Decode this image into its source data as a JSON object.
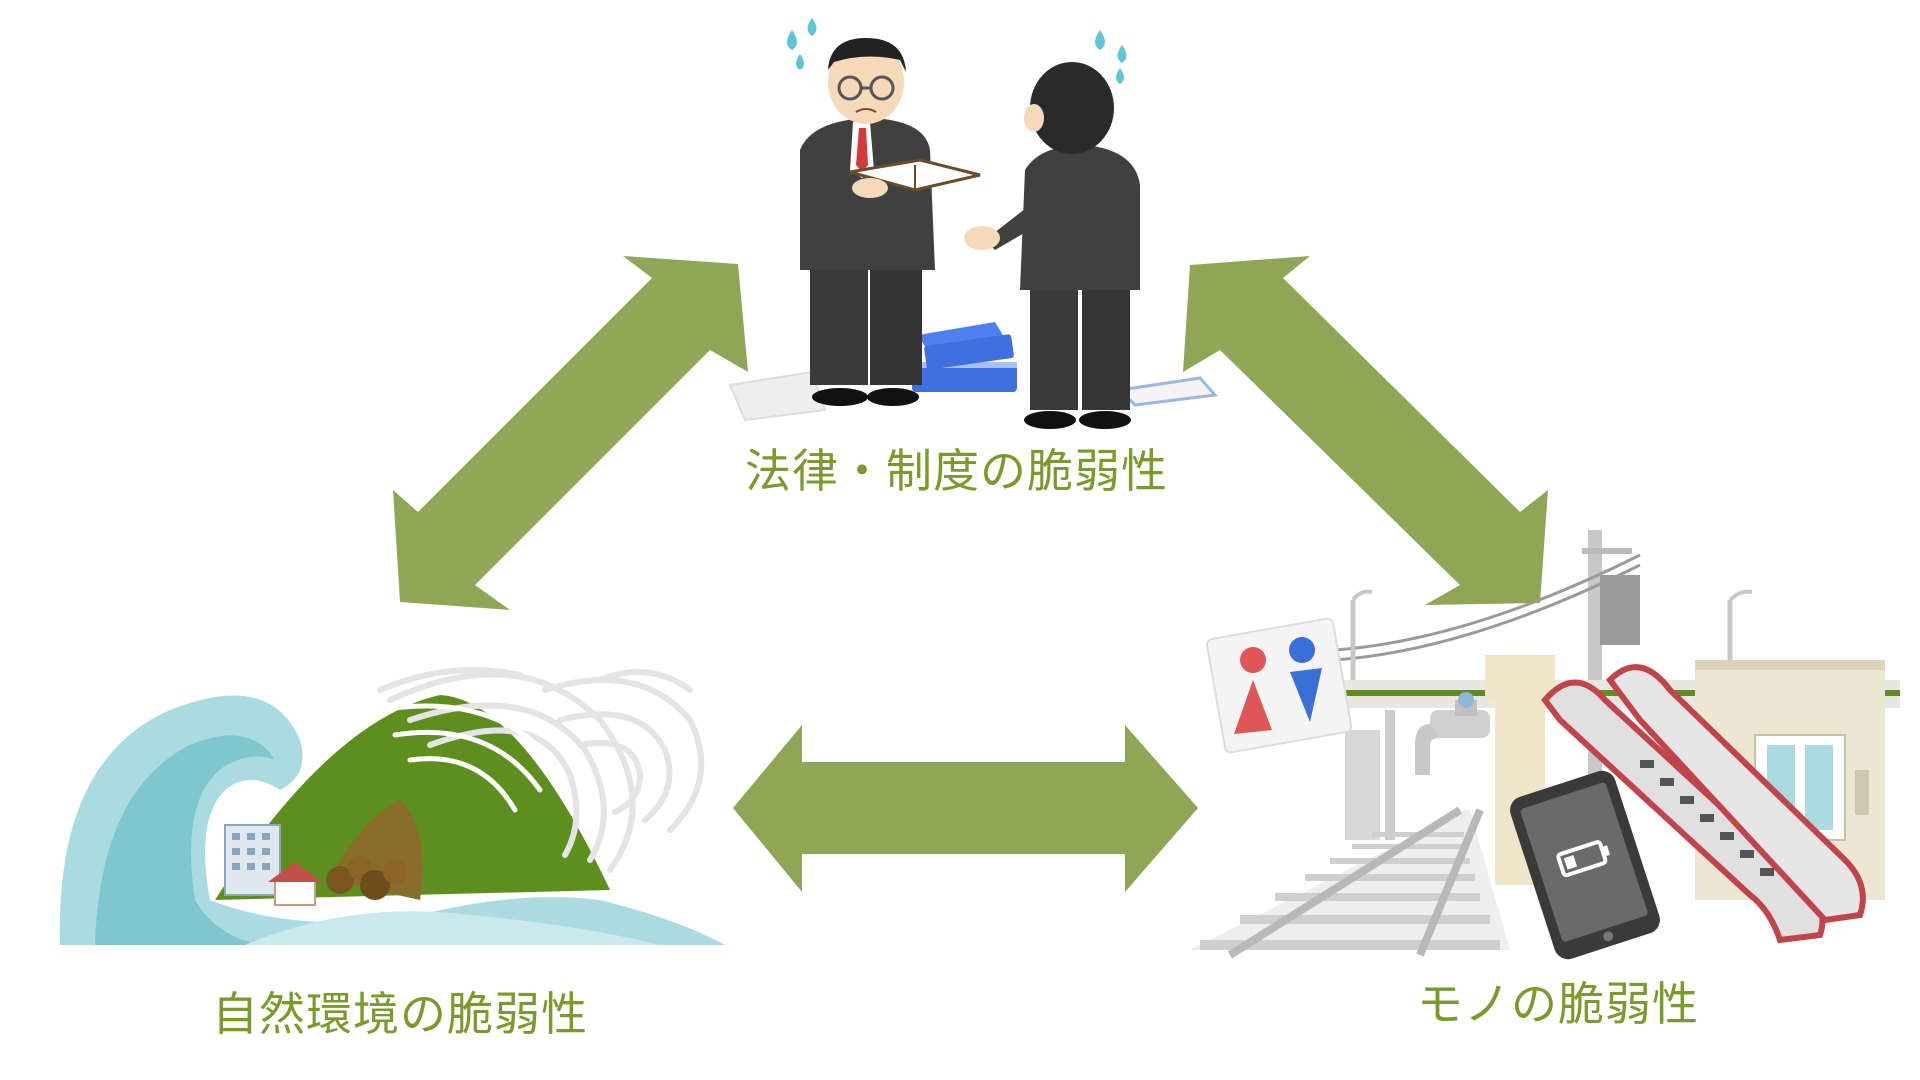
{
  "colors": {
    "arrow": "#8fa656",
    "label": "#7a9a2a",
    "suit": "#3a3a3a",
    "skin": "#f6d9b8",
    "book_blue": "#3f6fe0",
    "wave_light": "#a9dbe0",
    "wave_mid": "#7fc6cf",
    "hill": "#5e8f1e",
    "rail": "#cfcfcf",
    "phone": "#3a3a3a",
    "escalator_red": "#c0444a",
    "building": "#ede6d3",
    "toilet_red": "#e05555",
    "toilet_blue": "#3b6fd8"
  },
  "nodes": {
    "legal": {
      "label": "法律・制度の脆弱性",
      "icon": "worried-officials-icon"
    },
    "nature": {
      "label": "自然環境の脆弱性",
      "icon": "tsunami-typhoon-icon"
    },
    "things": {
      "label": "モノの脆弱性",
      "icon": "infrastructure-icon"
    }
  },
  "edges": [
    {
      "from": "legal",
      "to": "nature",
      "direction": "both"
    },
    {
      "from": "legal",
      "to": "things",
      "direction": "both"
    },
    {
      "from": "nature",
      "to": "things",
      "direction": "both"
    }
  ]
}
